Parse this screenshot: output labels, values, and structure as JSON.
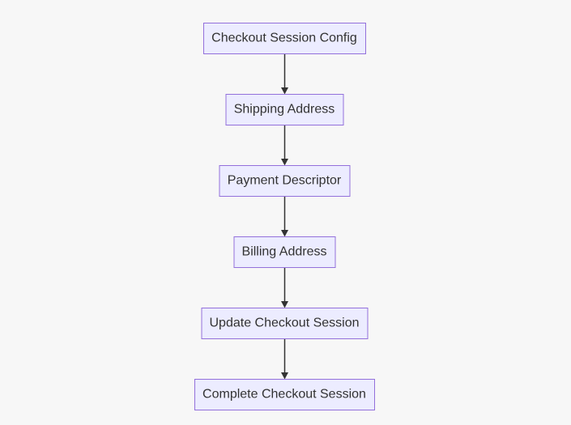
{
  "diagram": {
    "colors": {
      "background": "#f7f7f7",
      "node_fill": "#ececff",
      "node_border": "#9370db",
      "text": "#333333",
      "edge": "#333333"
    },
    "nodes": [
      {
        "id": "checkout-session-config",
        "label": "Checkout Session Config"
      },
      {
        "id": "shipping-address",
        "label": "Shipping Address"
      },
      {
        "id": "payment-descriptor",
        "label": "Payment Descriptor"
      },
      {
        "id": "billing-address",
        "label": "Billing Address"
      },
      {
        "id": "update-checkout-session",
        "label": "Update Checkout Session"
      },
      {
        "id": "complete-checkout-session",
        "label": "Complete Checkout Session"
      }
    ],
    "edges": [
      {
        "from": "checkout-session-config",
        "to": "shipping-address"
      },
      {
        "from": "shipping-address",
        "to": "payment-descriptor"
      },
      {
        "from": "payment-descriptor",
        "to": "billing-address"
      },
      {
        "from": "billing-address",
        "to": "update-checkout-session"
      },
      {
        "from": "update-checkout-session",
        "to": "complete-checkout-session"
      }
    ]
  }
}
